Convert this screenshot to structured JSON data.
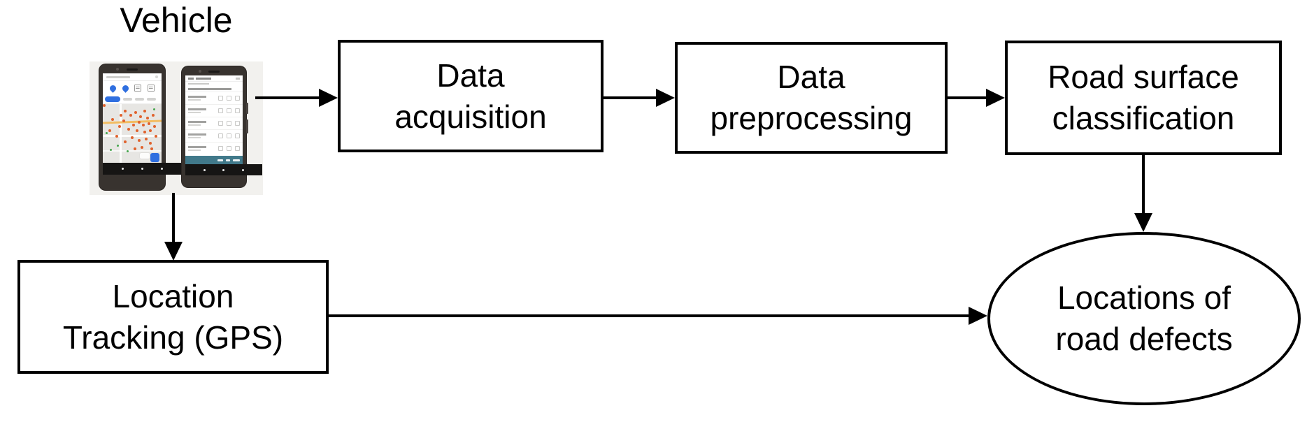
{
  "vehicle": {
    "label": "Vehicle"
  },
  "nodes": {
    "data_acquisition": {
      "line1": "Data",
      "line2": "acquisition"
    },
    "data_preprocessing": {
      "line1": "Data",
      "line2": "preprocessing"
    },
    "road_surface_classification": {
      "line1": "Road surface",
      "line2": "classification"
    },
    "location_tracking_gps": {
      "line1": "Location",
      "line2": "Tracking (GPS)"
    },
    "locations_of_road_defects": {
      "line1": "Locations of",
      "line2": "road defects"
    }
  },
  "icons": {
    "left_phone": "map-app-screenshot",
    "right_phone": "defect-list-app-screenshot",
    "map_markers": "defect-marker-dots",
    "fab": "map-action-button"
  },
  "colors": {
    "diagram_stroke": "#000000",
    "background": "#ffffff",
    "phone_frame": "#38332f",
    "phone_backdrop": "#f2f1ee",
    "map_background": "#e7e6e3",
    "defect_marker_orange": "#e0622d",
    "marker_green": "#47a64e",
    "accent_blue": "#2f6fe0",
    "road_yellow": "#f2bd62",
    "bottom_bar_teal": "#41798a"
  }
}
